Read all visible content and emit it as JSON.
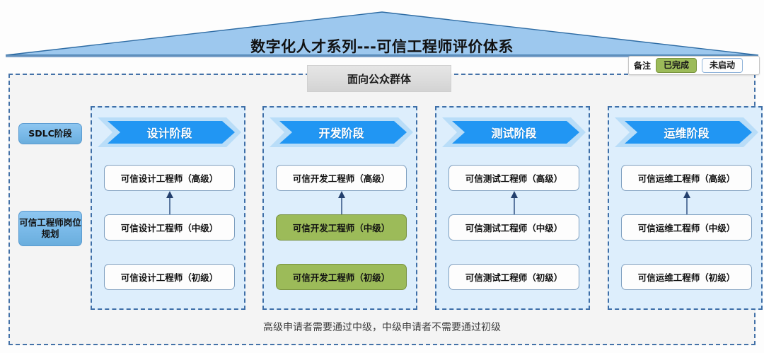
{
  "header": {
    "title": "数字化人才系列---可信工程师评价体系",
    "audience_label": "面向公众群体"
  },
  "legend": {
    "label": "备注",
    "items": [
      {
        "text": "已完成",
        "state": "done",
        "color": "#9cbb59"
      },
      {
        "text": "未启动",
        "state": "todo",
        "color": "#fdfdfd"
      }
    ]
  },
  "side_labels": [
    {
      "text": "SDLC阶段"
    },
    {
      "text": "可信工程师岗位规划"
    }
  ],
  "columns": [
    {
      "stage": "设计阶段",
      "roles": [
        {
          "text": "可信设计工程师（高级）",
          "state": "todo"
        },
        {
          "text": "可信设计工程师（中级）",
          "state": "todo"
        },
        {
          "text": "可信设计工程师（初级）",
          "state": "todo"
        }
      ]
    },
    {
      "stage": "开发阶段",
      "roles": [
        {
          "text": "可信开发工程师（高级）",
          "state": "todo"
        },
        {
          "text": "可信开发工程师（中级）",
          "state": "done"
        },
        {
          "text": "可信开发工程师（初级）",
          "state": "done"
        }
      ]
    },
    {
      "stage": "测试阶段",
      "roles": [
        {
          "text": "可信测试工程师（高级）",
          "state": "todo"
        },
        {
          "text": "可信测试工程师（中级）",
          "state": "todo"
        },
        {
          "text": "可信测试工程师（初级）",
          "state": "todo"
        }
      ]
    },
    {
      "stage": "运维阶段",
      "roles": [
        {
          "text": "可信运维工程师（高级）",
          "state": "todo"
        },
        {
          "text": "可信运维工程师（中级）",
          "state": "todo"
        },
        {
          "text": "可信运维工程师（初级）",
          "state": "todo"
        }
      ]
    }
  ],
  "footer": {
    "note": "高级申请者需要通过中级，中级申请者不需要通过初级"
  },
  "colors": {
    "roof_fill": "#9dc8ee",
    "roof_stroke": "#2e6ca4",
    "chevron_outer": "#b9ddf8",
    "chevron_inner": "#2196f3",
    "panel_bg": "#ddeefc",
    "frame_dash": "#3e6fa8",
    "done_green": "#9cbb59",
    "side_label_blue": "#79b9e8"
  }
}
